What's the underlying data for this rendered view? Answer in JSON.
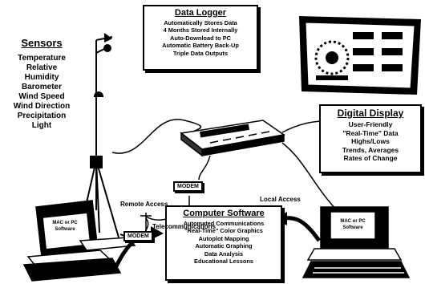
{
  "sensors": {
    "title": "Sensors",
    "items": [
      "Temperature",
      "Relative",
      "Humidity",
      "Barometer",
      "Wind Speed",
      "Wind Direction",
      "Precipitation",
      "Light"
    ]
  },
  "data_logger": {
    "title": "Data Logger",
    "lines": [
      "Automatically Stores Data",
      "4 Months Stored Internally",
      "Auto-Download to PC",
      "Automatic Battery Back-Up",
      "Triple Data Outputs"
    ]
  },
  "digital_display": {
    "title": "Digital Display",
    "lines": [
      "User-Friendly",
      "\"Real-Time\" Data",
      "Highs/Lows",
      "Trends, Averages",
      "Rates of Change"
    ]
  },
  "computer_software": {
    "title": "Computer Software",
    "lines": [
      "Automated Communications",
      "\"Real-Time\" Color Graphics",
      "Autoplot Mapping",
      "Automatic Graphing",
      "Data Analysis",
      "Educational Lessons"
    ]
  },
  "labels": {
    "modem_top": "MODEM",
    "modem_left": "MODEM",
    "remote_access": "Remote Access",
    "local_access": "Local Access",
    "telecommunications": "Telecommunications",
    "mac_pc_left": "MAC or PC Software",
    "mac_pc_right": "MAC or PC Software"
  }
}
